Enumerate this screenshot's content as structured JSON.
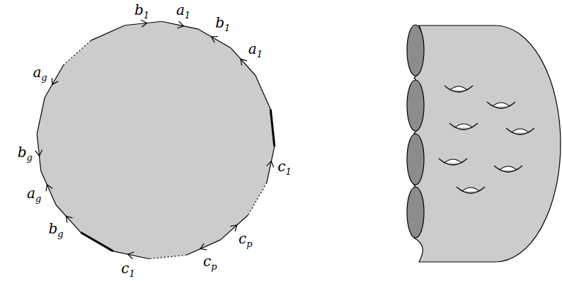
{
  "diagram": {
    "labels": [
      "b1",
      "a1",
      "b1",
      "a1",
      "c1",
      "cp",
      "cp",
      "c1",
      "bg",
      "ag",
      "bg",
      "ag"
    ]
  }
}
